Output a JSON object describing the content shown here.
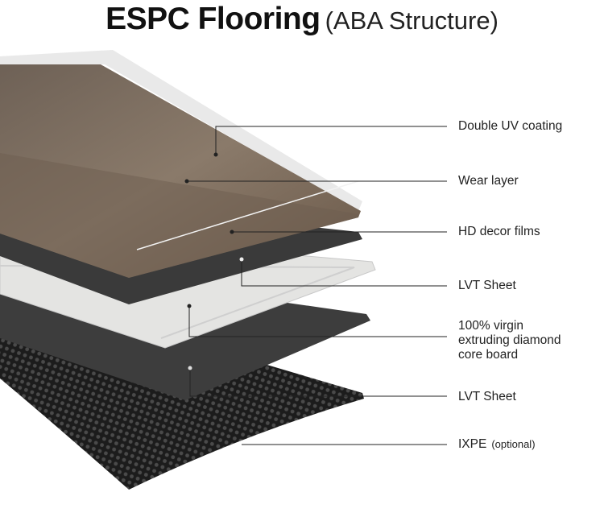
{
  "title": {
    "main": "ESPC Flooring",
    "sub": "(ABA Structure)"
  },
  "layers": [
    {
      "label": "Double UV coating"
    },
    {
      "label": "Wear layer"
    },
    {
      "label": "HD decor films"
    },
    {
      "label": "LVT Sheet"
    },
    {
      "label_lines": [
        "100% virgin",
        "extruding diamond",
        "core board"
      ]
    },
    {
      "label": "LVT Sheet"
    },
    {
      "label": "IXPE",
      "note": "(optional)"
    }
  ],
  "colors": {
    "wood": "#7a6a5c",
    "lvt": "#3c3c3c",
    "core": "#e6e6e4",
    "ixpe": "#1e1e1e"
  }
}
